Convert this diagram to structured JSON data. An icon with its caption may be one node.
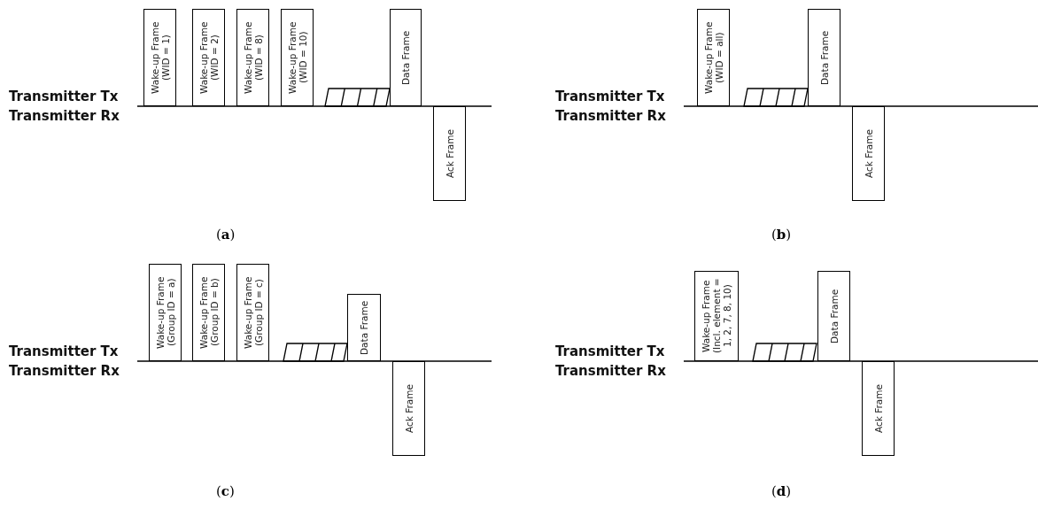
{
  "diagram": {
    "nodes": [
      {
        "text": [
          "Wake-up Frame (WID = 1)"
        ]
      },
      {
        "text": [
          "Wake-up Frame (WID = 2)"
        ]
      },
      {
        "text": [
          "Wake-up Frame (WID = 8)"
        ]
      },
      {
        "text": [
          "Wake-up Frame (WID = 10)"
        ]
      },
      {
        "text": [
          "Data Frame"
        ]
      },
      {
        "text": [
          "Ack Frame"
        ]
      },
      {
        "text": [
          "Wake-up Frame (WID = all)"
        ]
      },
      {
        "text": [
          "Data Frame"
        ]
      },
      {
        "text": [
          "Ack Frame"
        ]
      },
      {
        "text": [
          "Wake-up Frame (Group ID = a)"
        ]
      },
      {
        "text": [
          "Wake-up Frame (Group ID = b)"
        ]
      },
      {
        "text": [
          "Wake-up Frame (Group ID = c)"
        ]
      },
      {
        "text": [
          "Data Frame"
        ]
      },
      {
        "text": [
          "Ack Frame"
        ]
      },
      {
        "text": [
          "Wake-up Frame (Incl. element = 1, 2, 7, 8, 10)"
        ]
      },
      {
        "text": [
          "Data Frame"
        ]
      },
      {
        "text": [
          "Ack Frame"
        ]
      }
    ],
    "edges": [],
    "labels": [
      "Transmitter Tx",
      "Transmitter Rx",
      "Transmitter Tx",
      "Transmitter Rx",
      "(**a**)",
      "(**b**)",
      "Transmitter Tx",
      "Transmitter Rx",
      "Transmitter Tx",
      "Transmitter Rx",
      "(**c**)",
      "(**d**)"
    ]
  }
}
